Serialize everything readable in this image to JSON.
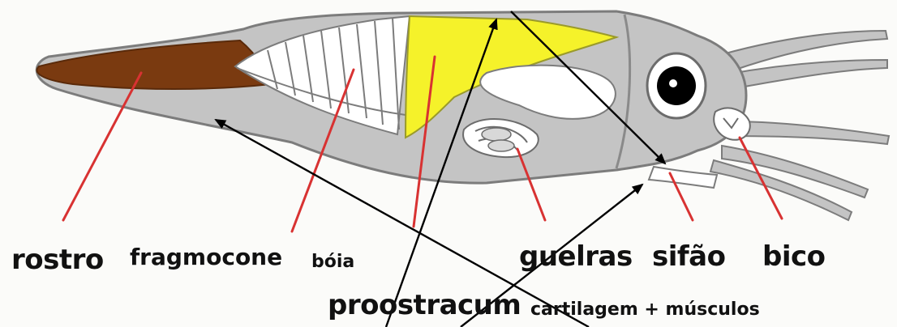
{
  "diagram": {
    "labels": {
      "rostro": "rostro",
      "fragmocone": "fragmocone",
      "boia": "bóia",
      "guelras": "guelras",
      "sifao": "sifão",
      "bico": "bico",
      "proostracum": "proostracum",
      "cartilagem": "cartilagem + músculos"
    },
    "colors": {
      "body": "#c4c4c4",
      "outline": "#7c7c7c",
      "rostrum": "#7a3a10",
      "proostracum": "#f5f22a",
      "pointer_line": "#d83232",
      "arrow": "#000000"
    }
  }
}
